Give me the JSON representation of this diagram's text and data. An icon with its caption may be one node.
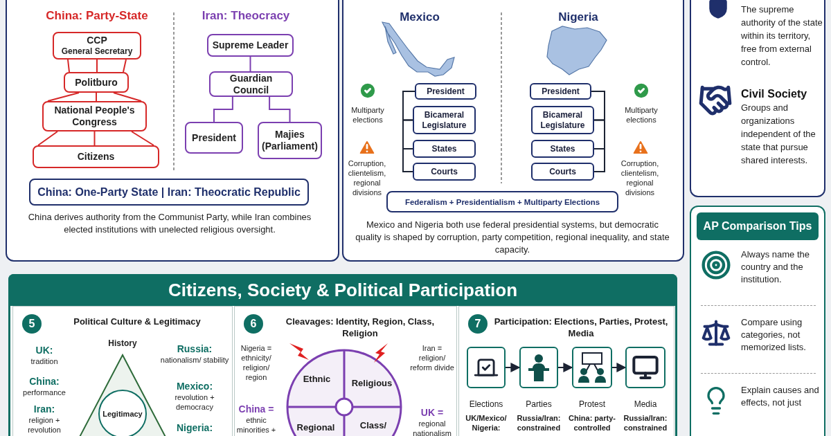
{
  "diagram": {
    "nodes": [
      {
        "text": [
          "CCP",
          "General Secretary"
        ]
      },
      {
        "text": [
          "Politburo"
        ]
      },
      {
        "text": [
          "National People's Congress"
        ]
      },
      {
        "text": [
          "Citizens"
        ]
      },
      {
        "text": [
          "Supreme Leader"
        ]
      },
      {
        "text": [
          "Guardian Council"
        ]
      },
      {
        "text": [
          "President"
        ]
      },
      {
        "text": [
          "Majies (Parliament)"
        ]
      },
      {
        "text": [
          "China: One-Party State | Iran: Theocratic Republic"
        ]
      },
      {
        "text": [
          "President"
        ]
      },
      {
        "text": [
          "Bicameral Legislature"
        ]
      },
      {
        "text": [
          "States"
        ]
      },
      {
        "text": [
          "Courts"
        ]
      },
      {
        "text": [
          "President"
        ]
      },
      {
        "text": [
          "Bicameral Legislature"
        ]
      },
      {
        "text": [
          "States"
        ]
      },
      {
        "text": [
          "Courts"
        ]
      },
      {
        "text": [
          "Federalism + Presidentialism + Multiparty Elections"
        ]
      },
      {
        "text": [
          "The supreme authority of the state within its territory, free from external control.",
          "Civil Society",
          "Groups and organizations independent of the state that pursue shared interests."
        ]
      },
      {
        "text": [
          "AP Comparison Tips",
          "Always name the country and the institution.",
          "Compare using categories, not memorized lists.",
          "Explain causes and effects, not just"
        ]
      },
      {
        "text": [
          "Citizens, Society & Political Participation"
        ]
      },
      {
        "text": [
          "5",
          "Political Culture & Legitimacy"
        ],
        "in": 20
      },
      {
        "text": [
          "Legitimacy"
        ],
        "in": 21
      },
      {
        "text": [
          "6",
          "Cleavages: Identity, Region, Class, Religion"
        ],
        "in": 20
      },
      {
        "text": [
          "Ethnic"
        ],
        "in": 23
      },
      {
        "text": [
          "Religious"
        ],
        "in": 23
      },
      {
        "text": [
          "Regional"
        ],
        "in": 23
      },
      {
        "text": [
          "Class/"
        ],
        "in": 23
      },
      {
        "text": [
          "7",
          "Participation: Elections, Parties, Protest, Media"
        ],
        "in": 20
      },
      {
        "text": [],
        "shape": "picture",
        "in": 28,
        "beside": [
          "Elections",
          "UK/Mexico/ Nigeria:"
        ]
      },
      {
        "text": [],
        "shape": "picture",
        "in": 28,
        "beside": [
          "Parties",
          "Russia/Iran: constrained"
        ]
      },
      {
        "text": [],
        "shape": "picture",
        "in": 28,
        "beside": [
          "Protest",
          "China: party-controlled"
        ]
      },
      {
        "text": [],
        "shape": "picture",
        "in": 28,
        "beside": [
          "Media",
          "Russia/Iran: constrained"
        ]
      }
    ],
    "edges": [
      {
        "from": 0,
        "to": 1,
        "arrow": "none",
        "color": "#d62828"
      },
      {
        "from": 1,
        "to": 2,
        "arrow": "none",
        "color": "#d62828"
      },
      {
        "from": 2,
        "to": 3,
        "arrow": "none",
        "color": "#d62828"
      },
      {
        "from": 4,
        "to": 5,
        "arrow": "none",
        "color": "#7b3fb0"
      },
      {
        "from": 5,
        "to": 6,
        "arrow": "none",
        "color": "#7b3fb0"
      },
      {
        "from": 5,
        "to": 7,
        "arrow": "none",
        "color": "#7b3fb0"
      },
      {
        "from": 9,
        "to": 10,
        "arrow": "none"
      },
      {
        "from": 10,
        "to": 11,
        "arrow": "none"
      },
      {
        "from": 11,
        "to": 12,
        "arrow": "none"
      },
      {
        "from": 13,
        "to": 14,
        "arrow": "none"
      },
      {
        "from": 14,
        "to": 15,
        "arrow": "none"
      },
      {
        "from": 15,
        "to": 16,
        "arrow": "none"
      },
      {
        "from": 29,
        "to": 30,
        "arrow": "to"
      },
      {
        "from": 30,
        "to": 31,
        "arrow": "to"
      },
      {
        "from": 31,
        "to": 32,
        "arrow": "to"
      }
    ],
    "labels": [
      "China: Party-State",
      "Iran: Theocracy",
      "China derives authority from the Communist Party, while Iran combines elected institutions with unelected religious oversight.",
      "Mexico",
      "Nigeria",
      "Multiparty elections",
      "Corruption, clientelism, regional divisions",
      "Multiparty elections",
      "Corruption, clientelism, regional divisions",
      "Mexico and Nigeria both use federal presidential systems, but democratic quality is shaped by corruption, party competition, regional inequality, and state capacity.",
      "History",
      "UK:",
      "tradition",
      "China:",
      "performance",
      "Iran:",
      "religion + revolution",
      "Russia:",
      "nationalism/ stability",
      "Mexico:",
      "revolution + democracy",
      "Nigeria:",
      "Nigeria = ethnicity/ religion/ region",
      "Iran = religion/ reform divide",
      "China =",
      "ethnic minorities +",
      "UK =",
      "regional nationalism"
    ]
  }
}
